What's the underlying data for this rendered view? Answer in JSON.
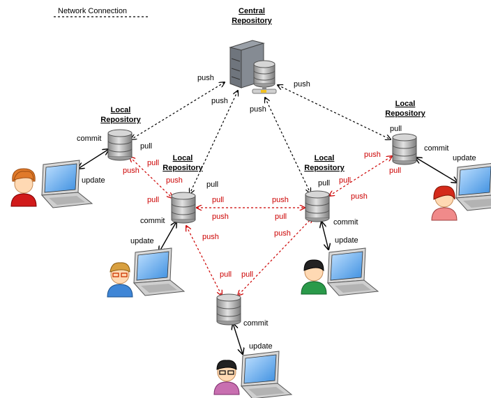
{
  "legend": {
    "label": "Network Connection"
  },
  "repositories": {
    "central": {
      "line1": "Central",
      "line2": "Repository"
    },
    "local_label_line1": "Local",
    "local_label_line2": "Repository"
  },
  "labels": {
    "push": "push",
    "pull": "pull",
    "commit": "commit",
    "update": "update"
  },
  "colors": {
    "network_line": "#000000",
    "peer_line": "#cc0000",
    "cylinder": "#b8b8b8",
    "laptop_screen": "#5aa9f0"
  },
  "icons": {
    "server": "server-icon",
    "database": "database-icon",
    "laptop": "laptop-icon",
    "user": "user-icon"
  }
}
